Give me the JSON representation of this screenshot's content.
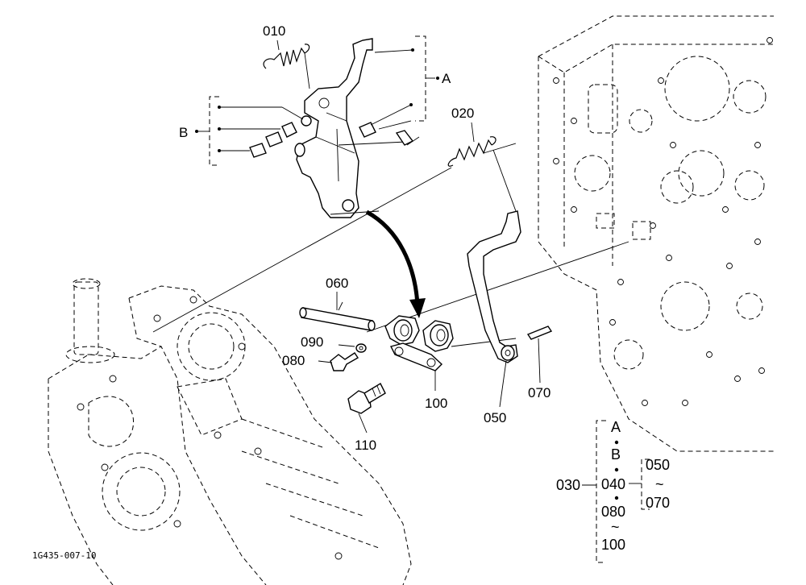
{
  "labels": {
    "p010": "010",
    "p020": "020",
    "p050": "050",
    "p060": "060",
    "p070": "070",
    "p080": "080",
    "p090": "090",
    "p100": "100",
    "p110": "110",
    "groupA": "A",
    "groupB": "B"
  },
  "legend": {
    "p030": "030",
    "a": "A",
    "b": "B",
    "r040": "040",
    "r080": "080",
    "tilde1": "~",
    "r100": "100",
    "r050": "050",
    "tilde2": "~",
    "r070": "070"
  },
  "figure_code": "1G435-007-10"
}
